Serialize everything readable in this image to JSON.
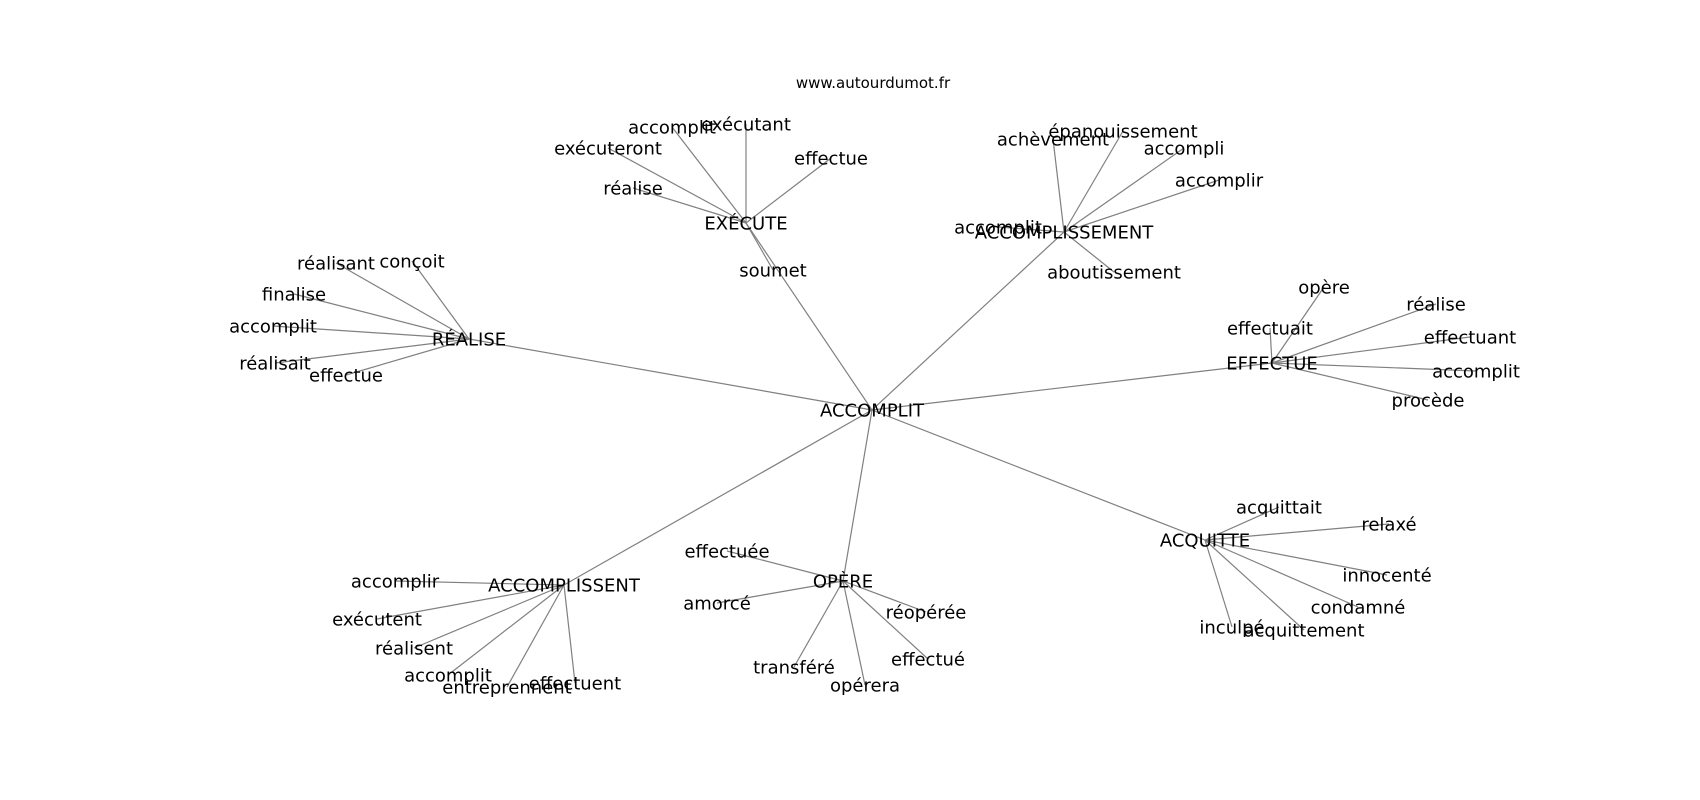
{
  "site": "www.autourdumot.fr",
  "colors": {
    "edge": "#808080",
    "text": "#000000",
    "background": "#ffffff"
  },
  "graph": {
    "center": "ACCOMPLIT",
    "hubs": [
      {
        "id": "executer",
        "label": "EXÉCUTE",
        "leaves": [
          "accomplit",
          "exécutant",
          "exécuteront",
          "effectue",
          "réalise",
          "soumet"
        ]
      },
      {
        "id": "accomplissement",
        "label": "ACCOMPLISSEMENT",
        "leaves": [
          "achèvement",
          "épanouissement",
          "accompli",
          "accomplir",
          "accomplit",
          "aboutissement"
        ]
      },
      {
        "id": "realise",
        "label": "RÉALISE",
        "leaves": [
          "réalisant",
          "conçoit",
          "finalise",
          "accomplit",
          "réalisait",
          "effectue"
        ]
      },
      {
        "id": "effectue",
        "label": "EFFECTUE",
        "leaves": [
          "opère",
          "réalise",
          "effectuait",
          "effectuant",
          "accomplit",
          "procède"
        ]
      },
      {
        "id": "acquitte",
        "label": "ACQUITTE",
        "leaves": [
          "acquittait",
          "relaxé",
          "innocenté",
          "condamné",
          "inculpé",
          "acquittement"
        ]
      },
      {
        "id": "opere",
        "label": "OPÈRE",
        "leaves": [
          "effectuée",
          "amorcé",
          "réopérée",
          "effectué",
          "transféré",
          "opérera"
        ]
      },
      {
        "id": "accomplissent",
        "label": "ACCOMPLISSENT",
        "leaves": [
          "accomplir",
          "exécutent",
          "réalisent",
          "accomplit",
          "entreprennent",
          "effectuent"
        ]
      }
    ]
  }
}
